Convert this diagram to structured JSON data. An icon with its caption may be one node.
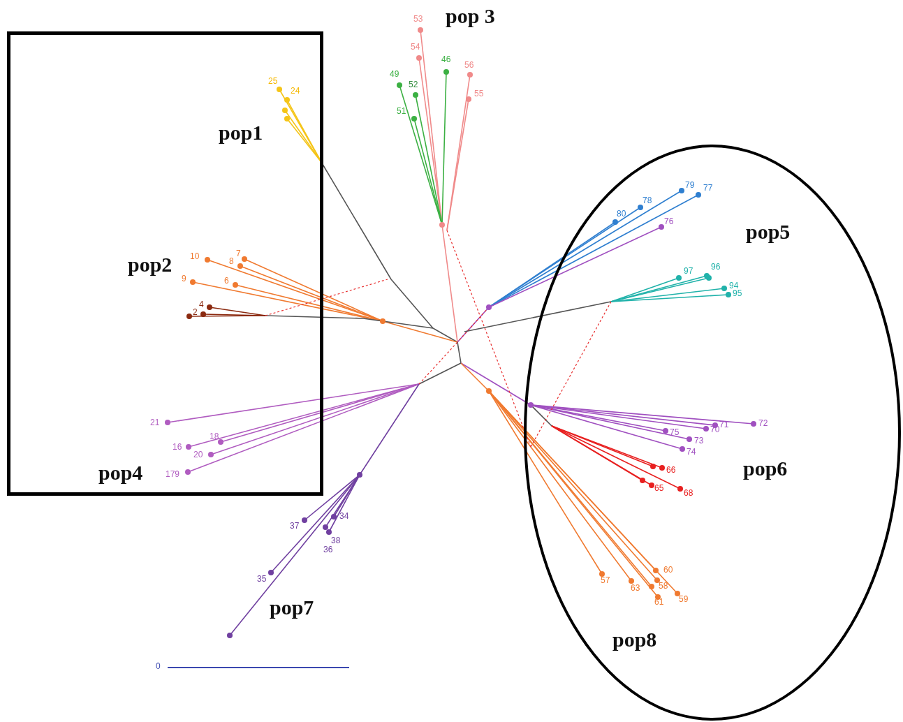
{
  "diagram": {
    "nodes": [
      {
        "text": [
          "pop1",
          "pop2",
          "pop4"
        ]
      },
      {
        "text": [
          "pop5",
          "pop6",
          "pop8"
        ]
      }
    ],
    "labels": [
      "53",
      "pop 3",
      "54",
      "46",
      "56",
      "49",
      "52",
      "55",
      "25",
      "24",
      "51",
      "79",
      "77",
      "78",
      "80",
      "76",
      "7",
      "10",
      "8",
      "96",
      "97",
      "9",
      "6",
      "94",
      "95",
      "4",
      "2",
      "21",
      "72",
      "71",
      "70",
      "75",
      "18",
      "73",
      "16",
      "74",
      "20",
      "66",
      "179",
      "65",
      "68",
      "37",
      "34",
      "38",
      "36",
      "57",
      "60",
      "58",
      "63",
      "61",
      "59",
      "35",
      "pop7",
      "0"
    ]
  }
}
